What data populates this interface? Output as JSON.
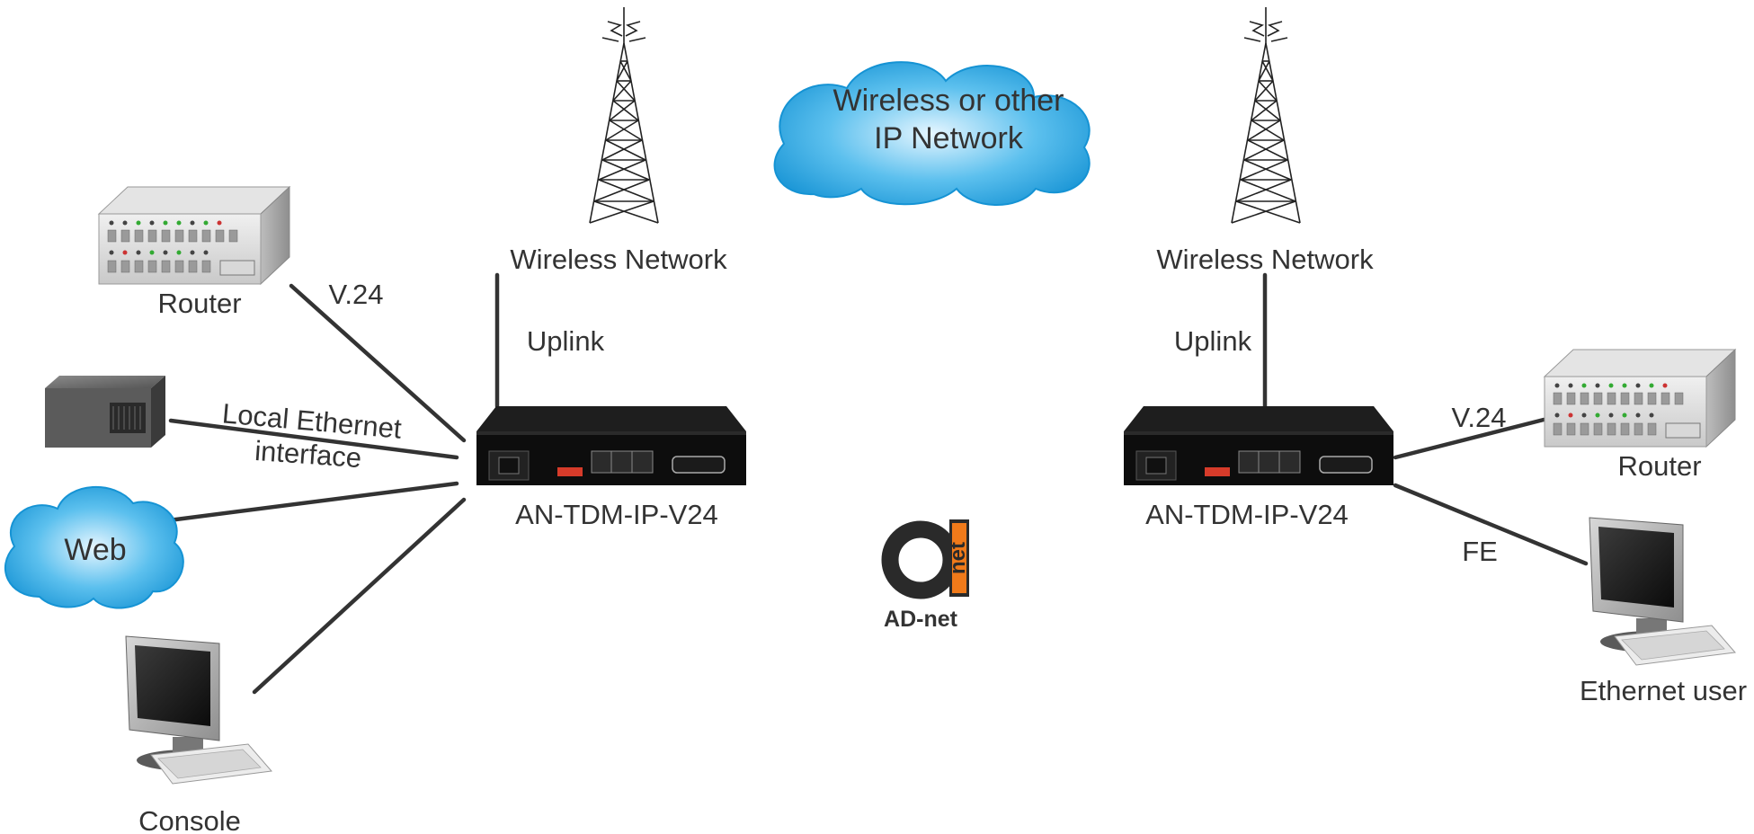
{
  "diagram": {
    "cloud_center_line1": "Wireless or other",
    "cloud_center_line2": "IP Network",
    "left": {
      "tower_label": "Wireless Network",
      "uplink_label": "Uplink",
      "device_label": "AN-TDM-IP-V24",
      "router_label": "Router",
      "v24_label": "V.24",
      "ethernet_label_line1": "Local Ethernet",
      "ethernet_label_line2": "interface",
      "web_label": "Web",
      "console_label": "Console"
    },
    "right": {
      "tower_label": "Wireless Network",
      "uplink_label": "Uplink",
      "device_label": "AN-TDM-IP-V24",
      "router_label": "Router",
      "v24_label": "V.24",
      "fe_label": "FE",
      "ethernet_user_label": "Ethernet user"
    },
    "logo_letters": "net",
    "logo_caption": "AD-net"
  },
  "colors": {
    "cloud": "#29a8e0",
    "logo_accent": "#f07a1a",
    "device_body": "#111111",
    "text": "#333333"
  }
}
